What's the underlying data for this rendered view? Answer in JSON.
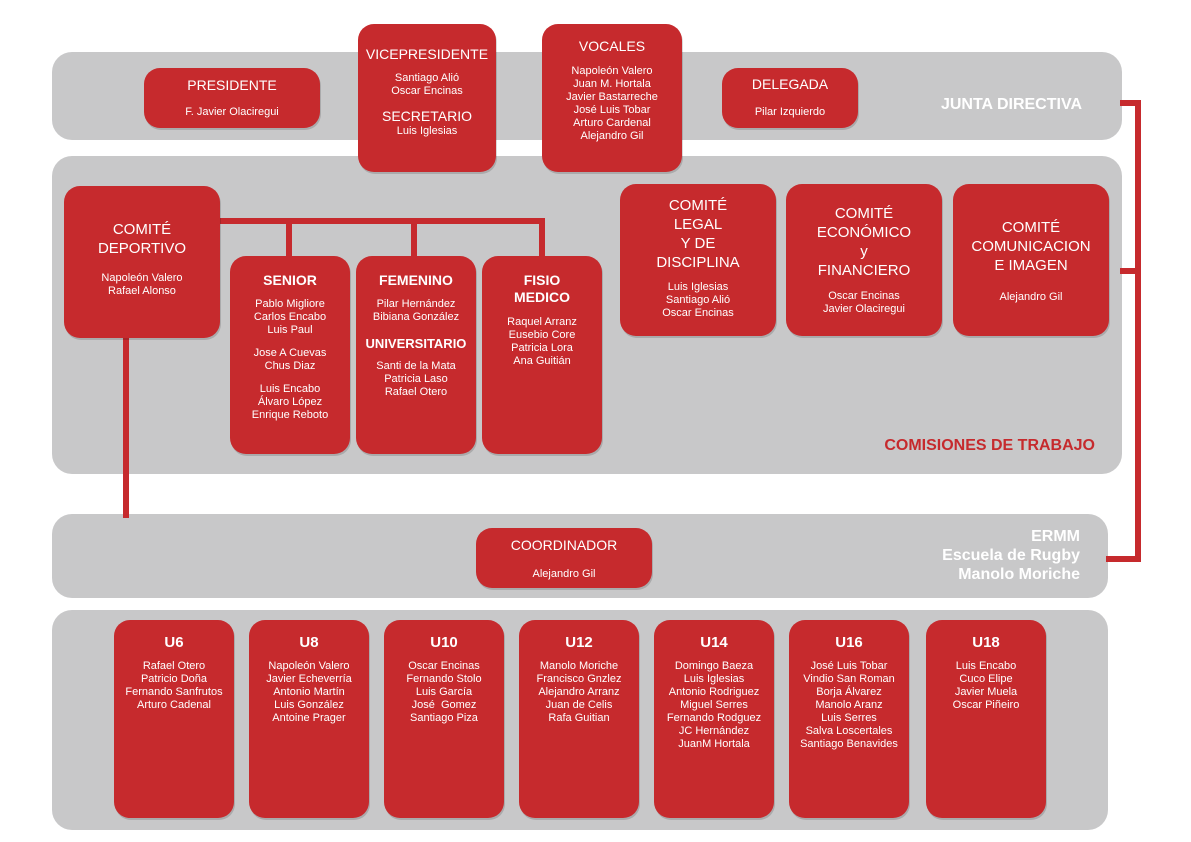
{
  "junta": {
    "label": "JUNTA DIRECTIVA",
    "presidente": {
      "title": "PRESIDENTE",
      "names": [
        "F. Javier Olaciregui"
      ]
    },
    "vicepresidente": {
      "title": "VICEPRESIDENTE",
      "names": [
        "Santiago Alió",
        "Oscar Encinas"
      ]
    },
    "secretario": {
      "title": "SECRETARIO",
      "names": [
        "Luis Iglesias"
      ]
    },
    "vocales": {
      "title": "VOCALES",
      "names": [
        "Napoleón Valero",
        "Juan M. Hortala",
        "Javier Bastarreche",
        "José Luis Tobar",
        "Arturo Cardenal",
        "Alejandro Gil"
      ]
    },
    "delegada": {
      "title": "DELEGADA",
      "names": [
        "Pilar Izquierdo"
      ]
    }
  },
  "comisiones": {
    "label": "COMISIONES DE TRABAJO",
    "deportivo": {
      "title": [
        "COMITÉ",
        "DEPORTIVO"
      ],
      "names": [
        "Napoleón Valero",
        "Rafael Alonso"
      ]
    },
    "senior": {
      "title": "SENIOR",
      "groups": [
        [
          "Pablo Migliore",
          "Carlos Encabo",
          "Luis Paul"
        ],
        [
          "Jose A Cuevas",
          "Chus Diaz"
        ],
        [
          "Luis Encabo",
          "Álvaro López",
          "Enrique Reboto"
        ]
      ]
    },
    "femenino": {
      "title": "FEMENINO",
      "names": [
        "Pilar Hernández",
        "Bibiana González"
      ]
    },
    "universitario": {
      "title": "UNIVERSITARIO",
      "names": [
        "Santi de la Mata",
        "Patricia Laso",
        "Rafael Otero"
      ]
    },
    "fisio": {
      "title": [
        "FISIO",
        "MEDICO"
      ],
      "names": [
        "Raquel Arranz",
        "Eusebio Core",
        "Patricia Lora",
        "Ana Guitián"
      ]
    },
    "legal": {
      "title": [
        "COMITÉ",
        "LEGAL",
        "Y DE",
        "DISCIPLINA"
      ],
      "names": [
        "Luis Iglesias",
        "Santiago Alió",
        "Oscar Encinas"
      ]
    },
    "economico": {
      "title": [
        "COMITÉ",
        "ECONÓMICO",
        "y",
        "FINANCIERO"
      ],
      "names": [
        "Oscar Encinas",
        "Javier Olaciregui"
      ]
    },
    "comunicacion": {
      "title": [
        "COMITÉ",
        "COMUNICACION",
        "E IMAGEN"
      ],
      "names": [
        "Alejandro Gil"
      ]
    }
  },
  "ermm": {
    "label": [
      "ERMM",
      "Escuela de Rugby",
      "Manolo Moriche"
    ],
    "coordinador": {
      "title": "COORDINADOR",
      "names": [
        "Alejandro Gil"
      ]
    }
  },
  "teams": [
    {
      "title": "U6",
      "names": [
        "Rafael Otero",
        "Patricio Doña",
        "Fernando Sanfrutos",
        "Arturo Cadenal"
      ]
    },
    {
      "title": "U8",
      "names": [
        "Napoleón Valero",
        "Javier Echeverría",
        "Antonio Martín",
        "Luis González",
        "Antoine Prager"
      ]
    },
    {
      "title": "U10",
      "names": [
        "Oscar Encinas",
        "Fernando Stolo",
        "Luis García",
        "José  Gomez",
        "Santiago Piza"
      ]
    },
    {
      "title": "U12",
      "names": [
        "Manolo Moriche",
        "Francisco Gnzlez",
        "Alejandro Arranz",
        "Juan de Celis",
        "Rafa Guitian"
      ]
    },
    {
      "title": "U14",
      "names": [
        "Domingo Baeza",
        "Luis Iglesias",
        "Antonio Rodriguez",
        "Miguel Serres",
        "Fernando Rodguez",
        "JC Hernández",
        "JuanM Hortala"
      ]
    },
    {
      "title": "U16",
      "names": [
        "José Luis Tobar",
        "Vindio San Roman",
        "Borja Álvarez",
        "Manolo Aranz",
        "Luis Serres",
        "Salva Loscertales",
        "Santiago Benavides"
      ]
    },
    {
      "title": "U18",
      "names": [
        "Luis Encabo",
        "Cuco Elipe",
        "Javier Muela",
        "Oscar Piñeiro"
      ]
    }
  ],
  "colors": {
    "red": "#c62a2d",
    "gray": "#c8c8c9",
    "white": "#ffffff"
  }
}
